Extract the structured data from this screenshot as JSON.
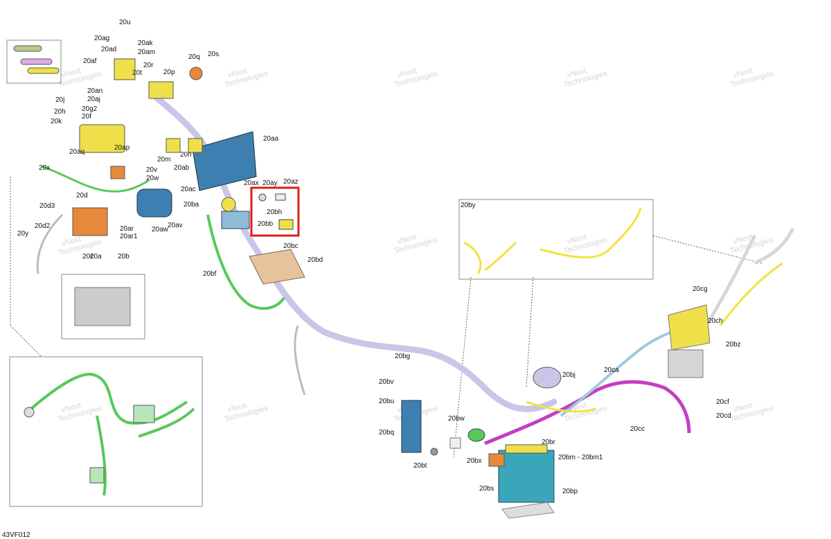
{
  "figure_code": "43VF012",
  "watermark_lines": [
    "vNext",
    "Technologies"
  ],
  "colors": {
    "harness_lavender": "#c9c6e8",
    "harness_green": "#57c95a",
    "harness_magenta": "#c33fc0",
    "harness_yellow": "#f2e23a",
    "harness_blue": "#9fc9e0",
    "component_yellow": "#efe04a",
    "component_orange": "#e6893a",
    "component_blue": "#3d7fb0",
    "battery_teal": "#3aa6b9",
    "highlight_red": "#e01b1b"
  },
  "callouts": [
    "20u",
    "20ag",
    "20ak",
    "20am",
    "20ad",
    "20af",
    "20r",
    "20t",
    "20q",
    "20s",
    "20p",
    "20an",
    "20aj",
    "20j",
    "20h",
    "20g2",
    "20f",
    "20k",
    "20aq",
    "20ap",
    "20x",
    "20m",
    "20n",
    "20v",
    "20w",
    "20aa",
    "20ab",
    "20ac",
    "20ax",
    "20ay",
    "20az",
    "20bh",
    "20bb",
    "20d",
    "20ba",
    "20d3",
    "20d2",
    "20y",
    "20c",
    "20a",
    "20b",
    "20ar",
    "20ar1",
    "20aw",
    "20av",
    "20bc",
    "20bd",
    "20bf",
    "20by",
    "20cg",
    "20ch",
    "20bz",
    "20bg",
    "20bj",
    "20ca",
    "20bv",
    "20bu",
    "20cf",
    "20cd",
    "20cc",
    "20bw",
    "20bq",
    "20bx",
    "20br",
    "20bm - 20bm1",
    "20bt",
    "20bs",
    "20bp"
  ],
  "highlighted_callouts": [
    "20bh",
    "20bb"
  ]
}
